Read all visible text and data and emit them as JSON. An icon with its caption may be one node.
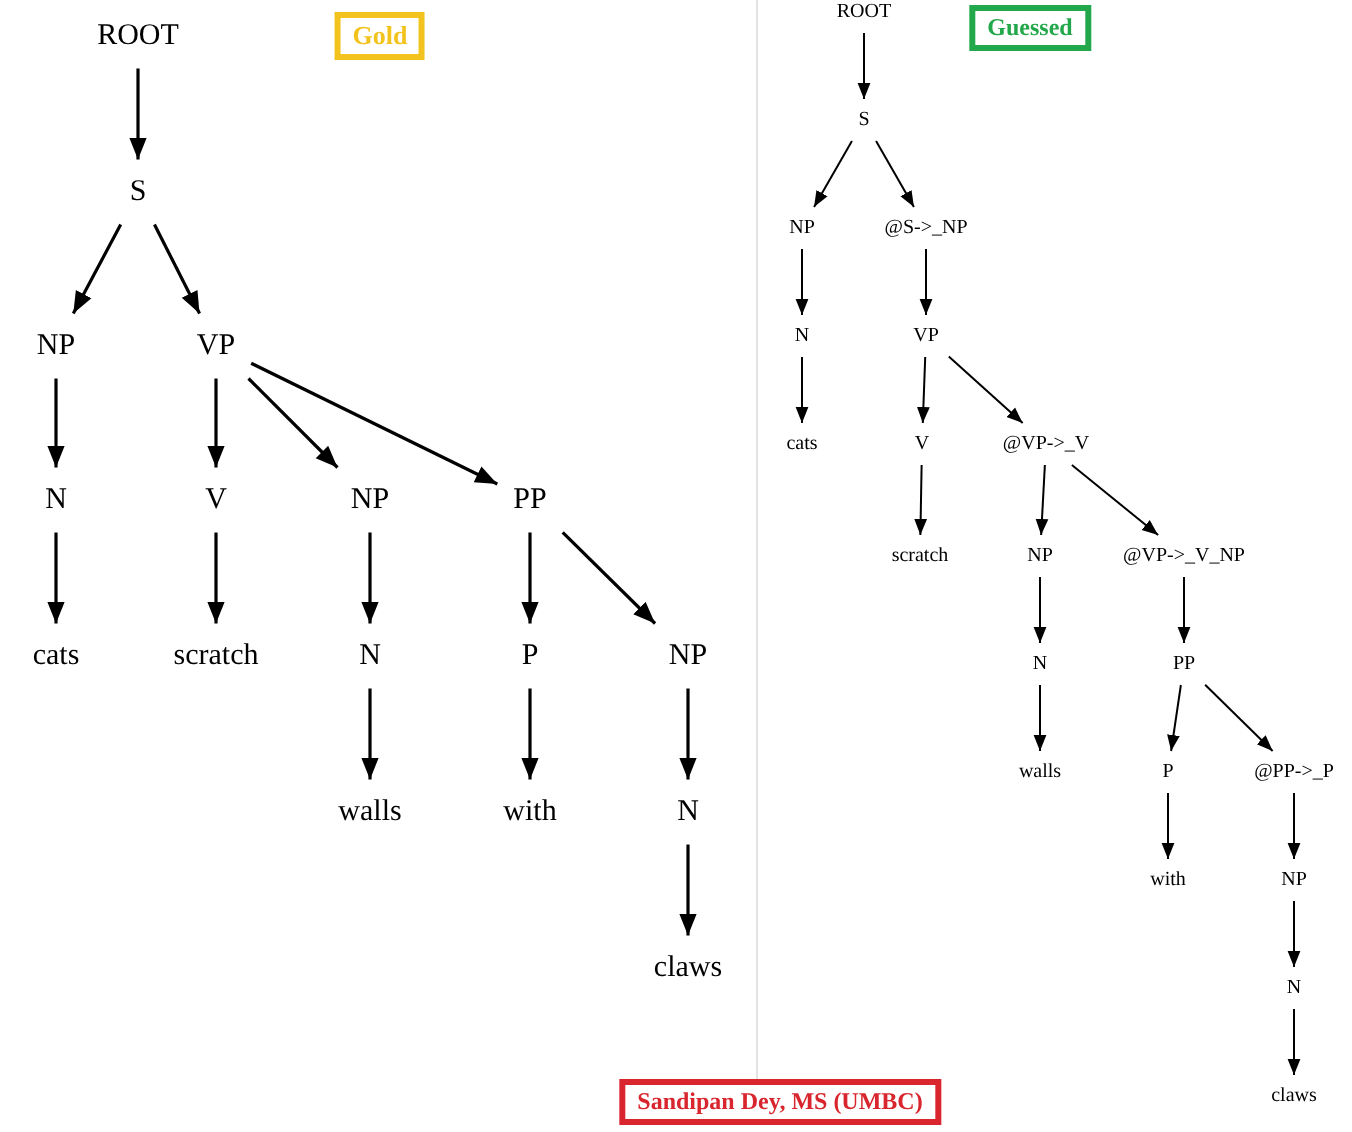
{
  "diagram": {
    "nodes": [
      {
        "text": [
          "ROOT"
        ]
      },
      {
        "text": [
          "Gold"
        ]
      },
      {
        "text": [
          "S"
        ]
      },
      {
        "text": [
          "NP"
        ]
      },
      {
        "text": [
          "VP"
        ]
      },
      {
        "text": [
          "N"
        ]
      },
      {
        "text": [
          "V"
        ]
      },
      {
        "text": [
          "NP"
        ]
      },
      {
        "text": [
          "PP"
        ]
      },
      {
        "text": [
          "cats"
        ]
      },
      {
        "text": [
          "scratch"
        ]
      },
      {
        "text": [
          "N"
        ]
      },
      {
        "text": [
          "P"
        ]
      },
      {
        "text": [
          "NP"
        ]
      },
      {
        "text": [
          "walls"
        ]
      },
      {
        "text": [
          "with"
        ]
      },
      {
        "text": [
          "N"
        ]
      },
      {
        "text": [
          "claws"
        ]
      },
      {
        "text": [
          "ROOT"
        ]
      },
      {
        "text": [
          "Guessed"
        ]
      },
      {
        "text": [
          "S"
        ]
      },
      {
        "text": [
          "NP"
        ]
      },
      {
        "text": [
          "@S->_NP"
        ]
      },
      {
        "text": [
          "N"
        ]
      },
      {
        "text": [
          "VP"
        ]
      },
      {
        "text": [
          "cats"
        ]
      },
      {
        "text": [
          "V"
        ]
      },
      {
        "text": [
          "@VP->_V"
        ]
      },
      {
        "text": [
          "scratch"
        ]
      },
      {
        "text": [
          "NP"
        ]
      },
      {
        "text": [
          "@VP->_V_NP"
        ]
      },
      {
        "text": [
          "N"
        ]
      },
      {
        "text": [
          "PP"
        ]
      },
      {
        "text": [
          "walls"
        ]
      },
      {
        "text": [
          "P"
        ]
      },
      {
        "text": [
          "@PP->_P"
        ]
      },
      {
        "text": [
          "with"
        ]
      },
      {
        "text": [
          "NP"
        ]
      },
      {
        "text": [
          "N"
        ]
      },
      {
        "text": [
          "claws"
        ]
      },
      {
        "text": [
          "Sandipan Dey, MS (UMBC)"
        ]
      }
    ],
    "edges": [
      {
        "from": 0,
        "to": 2,
        "arrow": "to"
      },
      {
        "from": 2,
        "to": 3,
        "arrow": "to"
      },
      {
        "from": 2,
        "to": 4,
        "arrow": "to"
      },
      {
        "from": 3,
        "to": 5,
        "arrow": "to"
      },
      {
        "from": 4,
        "to": 6,
        "arrow": "to"
      },
      {
        "from": 4,
        "to": 7,
        "arrow": "to"
      },
      {
        "from": 4,
        "to": 8,
        "arrow": "to"
      },
      {
        "from": 5,
        "to": 9,
        "arrow": "to"
      },
      {
        "from": 6,
        "to": 10,
        "arrow": "to"
      },
      {
        "from": 7,
        "to": 11,
        "arrow": "to"
      },
      {
        "from": 8,
        "to": 12,
        "arrow": "to"
      },
      {
        "from": 8,
        "to": 13,
        "arrow": "to"
      },
      {
        "from": 11,
        "to": 14,
        "arrow": "to"
      },
      {
        "from": 12,
        "to": 15,
        "arrow": "to"
      },
      {
        "from": 13,
        "to": 16,
        "arrow": "to"
      },
      {
        "from": 16,
        "to": 17,
        "arrow": "to"
      },
      {
        "from": 18,
        "to": 20,
        "arrow": "to"
      },
      {
        "from": 20,
        "to": 21,
        "arrow": "to"
      },
      {
        "from": 20,
        "to": 22,
        "arrow": "to"
      },
      {
        "from": 21,
        "to": 23,
        "arrow": "to"
      },
      {
        "from": 22,
        "to": 24,
        "arrow": "to"
      },
      {
        "from": 23,
        "to": 25,
        "arrow": "to"
      },
      {
        "from": 24,
        "to": 26,
        "arrow": "to"
      },
      {
        "from": 24,
        "to": 27,
        "arrow": "to"
      },
      {
        "from": 26,
        "to": 28,
        "arrow": "to"
      },
      {
        "from": 27,
        "to": 29,
        "arrow": "to"
      },
      {
        "from": 27,
        "to": 30,
        "arrow": "to"
      },
      {
        "from": 29,
        "to": 31,
        "arrow": "to"
      },
      {
        "from": 30,
        "to": 32,
        "arrow": "to"
      },
      {
        "from": 31,
        "to": 33,
        "arrow": "to"
      },
      {
        "from": 32,
        "to": 34,
        "arrow": "to"
      },
      {
        "from": 32,
        "to": 35,
        "arrow": "to"
      },
      {
        "from": 34,
        "to": 36,
        "arrow": "to"
      },
      {
        "from": 35,
        "to": 37,
        "arrow": "to"
      },
      {
        "from": 37,
        "to": 38,
        "arrow": "to"
      },
      {
        "from": 38,
        "to": 39,
        "arrow": "to"
      }
    ]
  }
}
